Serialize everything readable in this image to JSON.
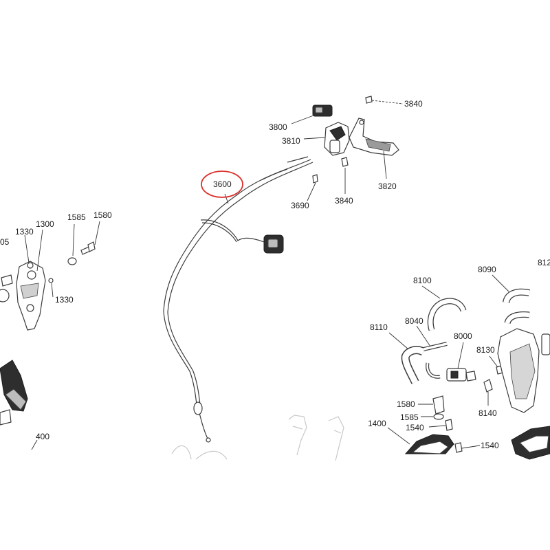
{
  "highlight_color": "#d9302c",
  "callouts": {
    "c3840a": "3840",
    "c3800": "3800",
    "c3810": "3810",
    "c3820": "3820",
    "c3690": "3690",
    "c3840b": "3840",
    "c3600": "3600",
    "c1330a": "1330",
    "c1300": "1300",
    "c1585a": "1585",
    "c1580a": "1580",
    "c1330b": "1330",
    "c05": "05",
    "c400": "400",
    "c8100": "8100",
    "c8090": "8090",
    "c812": "812",
    "c8110": "8110",
    "c8040": "8040",
    "c8000": "8000",
    "c8130": "8130",
    "c8140": "8140",
    "c1580b": "1580",
    "c1585b": "1585",
    "c1540a": "1540",
    "c1400": "1400",
    "c1540b": "1540"
  }
}
